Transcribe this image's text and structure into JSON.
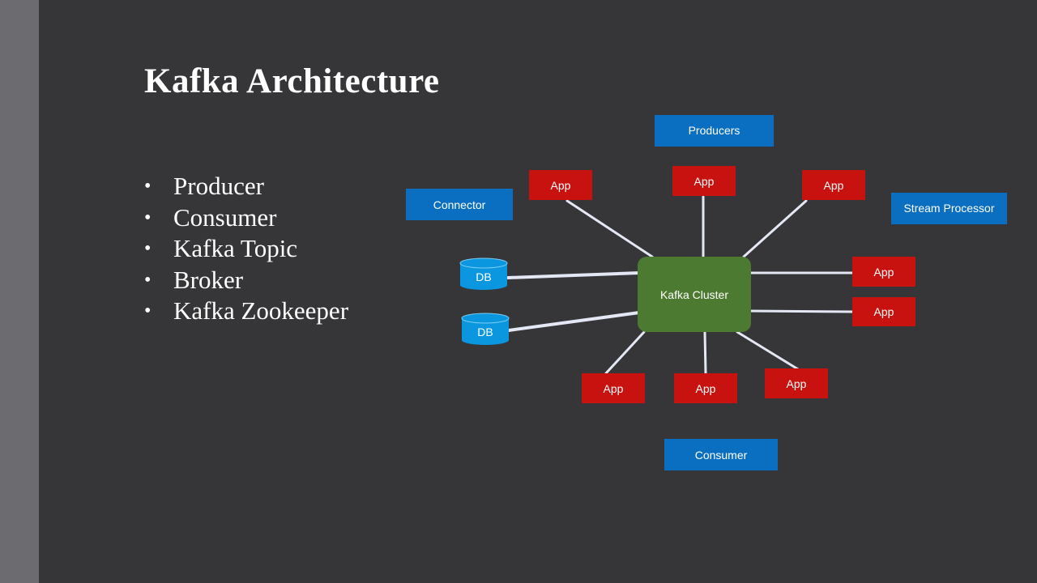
{
  "slide": {
    "title": "Kafka Architecture",
    "bullets": [
      "Producer",
      "Consumer",
      "Kafka Topic",
      "Broker",
      "Kafka Zookeeper"
    ]
  },
  "diagram": {
    "colors": {
      "category": "#0b6fc1",
      "app": "#c8120f",
      "db": "#0a97e0",
      "cluster": "#4c7a30",
      "edge": "#e4e8f5"
    },
    "cluster": {
      "label": "Kafka Cluster"
    },
    "categories": {
      "producers": "Producers",
      "connector": "Connector",
      "stream_processor": "Stream Processor",
      "consumer": "Consumer"
    },
    "apps": {
      "producer_left": "App",
      "producer_center": "App",
      "producer_right": "App",
      "stream_top": "App",
      "stream_bottom": "App",
      "consumer_left": "App",
      "consumer_center": "App",
      "consumer_right": "App"
    },
    "dbs": {
      "top": "DB",
      "bottom": "DB"
    }
  }
}
